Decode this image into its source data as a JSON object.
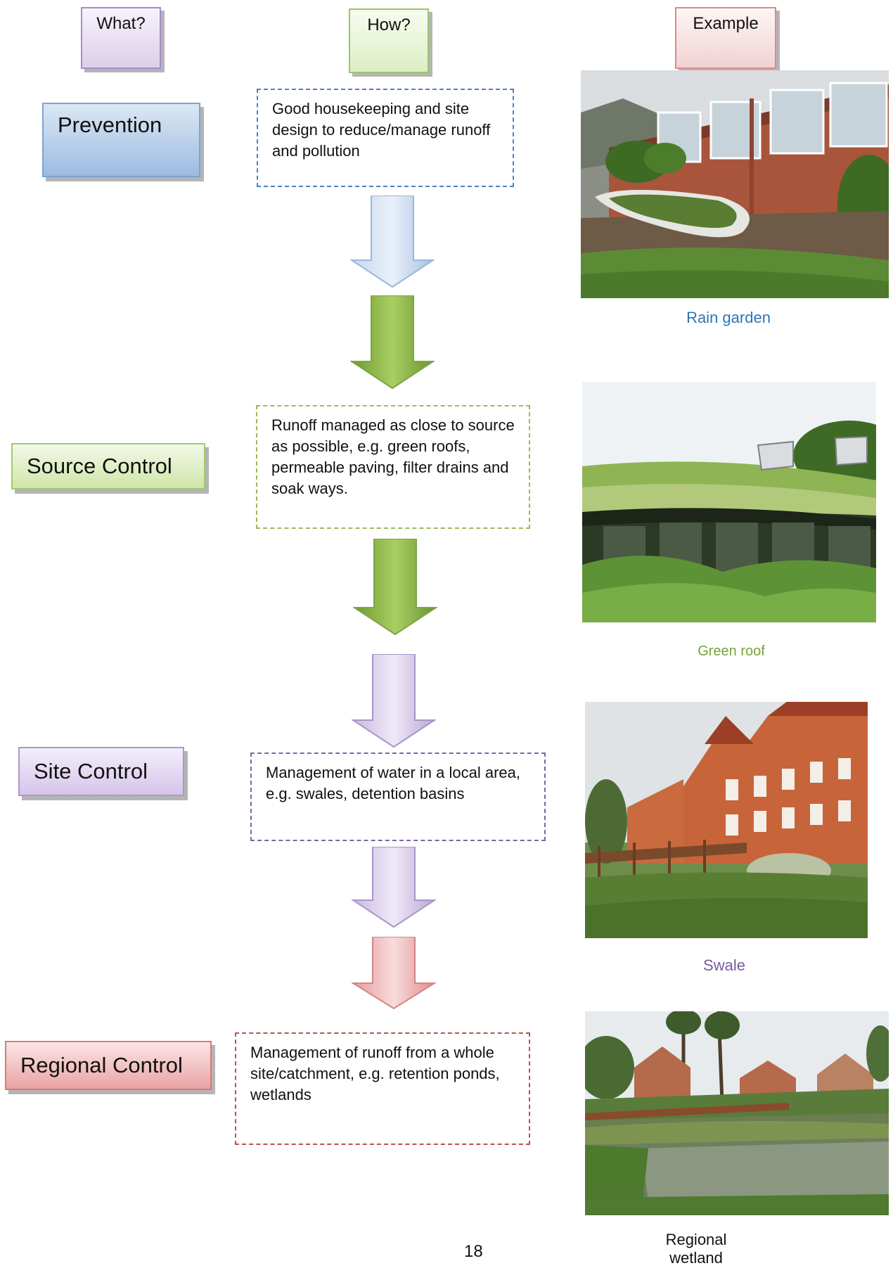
{
  "headers": {
    "what": "What?",
    "how": "How?",
    "example": "Example"
  },
  "stages": [
    {
      "label": "Prevention",
      "description": "Good housekeeping and site design to reduce/manage runoff and pollution",
      "example_caption": "Rain garden"
    },
    {
      "label": "Source Control",
      "description": "Runoff managed as close to source as possible, e.g. green roofs, permeable paving, filter drains and soak ways.",
      "example_caption": "Green roof"
    },
    {
      "label": "Site Control",
      "description": "Management of water in a local area, e.g. swales, detention basins",
      "example_caption": "Swale"
    },
    {
      "label": "Regional Control",
      "description": "Management of runoff from a whole site/catchment, e.g. retention ponds, wetlands",
      "example_caption": "Regional wetland"
    }
  ],
  "page_number": "18",
  "colors": {
    "blue": "#4f81bd",
    "green": "#9bbb59",
    "purple": "#8064a2",
    "red": "#c0504d",
    "caption_blue": "#2e75b6",
    "caption_green": "#77a33a",
    "caption_purple": "#7a5a9c"
  }
}
